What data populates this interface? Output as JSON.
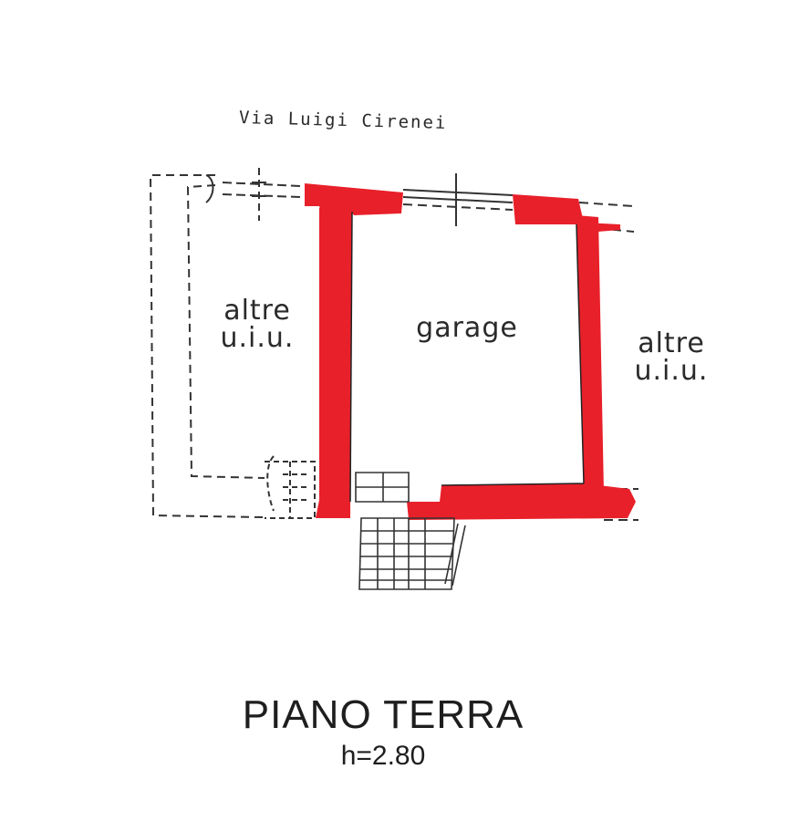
{
  "street": "Via Luigi Cirenei",
  "rooms": {
    "left": {
      "line1": "altre",
      "line2": "u.i.u."
    },
    "garage": "garage",
    "right": {
      "line1": "altre",
      "line2": "u.i.u."
    }
  },
  "floor": {
    "title": "PIANO TERRA",
    "height": "h=2.80"
  },
  "colors": {
    "wall_highlight": "#e8202a",
    "line": "#333333"
  }
}
